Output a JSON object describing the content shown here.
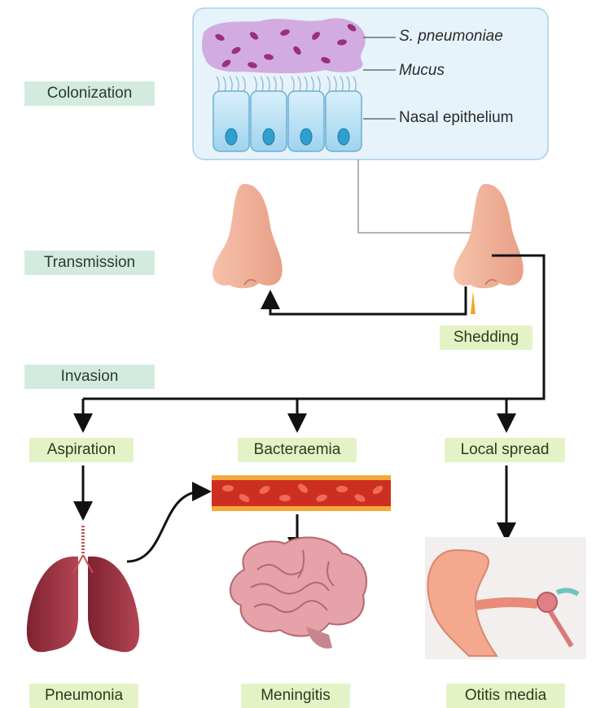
{
  "stages": {
    "colonization": "Colonization",
    "transmission": "Transmission",
    "invasion": "Invasion"
  },
  "callouts": {
    "bacteria": "S. pneumoniae",
    "mucus": "Mucus",
    "epithelium": "Nasal epithelium"
  },
  "labels": {
    "shedding": "Shedding",
    "aspiration": "Aspiration",
    "bacteraemia": "Bacteraemia",
    "local_spread": "Local spread",
    "pneumonia": "Pneumonia",
    "meningitis": "Meningitis",
    "otitis_media": "Otitis media"
  },
  "colors": {
    "stage_bg": "#d3ebdf",
    "tag_bg": "#e4f3c6",
    "inset_bg": "#e6f3fb",
    "skin": "#f2b49c",
    "lung": "#9b2f3a",
    "brain": "#d98f96",
    "vessel": "#cc2f22",
    "arrow": "#111111"
  }
}
